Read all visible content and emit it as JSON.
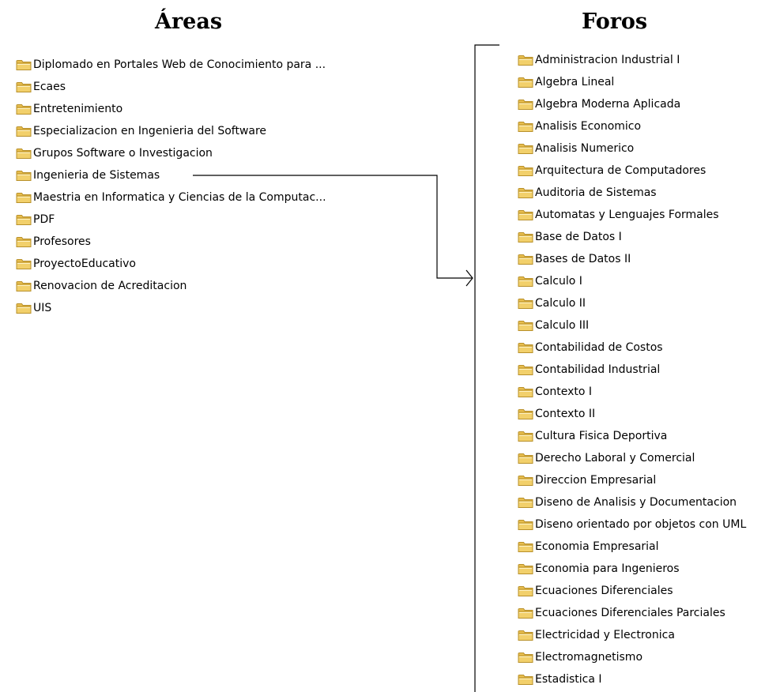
{
  "areas": {
    "title": "Áreas",
    "items": [
      {
        "label": "Diplomado en Portales Web de Conocimiento para ..."
      },
      {
        "label": "Ecaes"
      },
      {
        "label": "Entretenimiento"
      },
      {
        "label": "Especializacion en Ingenieria del Software"
      },
      {
        "label": "Grupos Software o Investigacion"
      },
      {
        "label": "Ingenieria de Sistemas"
      },
      {
        "label": "Maestria en Informatica y Ciencias de la Computac..."
      },
      {
        "label": "PDF"
      },
      {
        "label": "Profesores"
      },
      {
        "label": "ProyectoEducativo"
      },
      {
        "label": "Renovacion de Acreditacion"
      },
      {
        "label": "UIS"
      }
    ]
  },
  "foros": {
    "title": "Foros",
    "items": [
      {
        "label": "Administracion Industrial I"
      },
      {
        "label": "Algebra Lineal"
      },
      {
        "label": "Algebra Moderna Aplicada"
      },
      {
        "label": "Analisis Economico"
      },
      {
        "label": "Analisis Numerico"
      },
      {
        "label": "Arquitectura de Computadores"
      },
      {
        "label": "Auditoria de Sistemas"
      },
      {
        "label": "Automatas y Lenguajes Formales"
      },
      {
        "label": "Base de Datos I"
      },
      {
        "label": "Bases de Datos II"
      },
      {
        "label": "Calculo I"
      },
      {
        "label": "Calculo II"
      },
      {
        "label": "Calculo III"
      },
      {
        "label": "Contabilidad de Costos"
      },
      {
        "label": "Contabilidad Industrial"
      },
      {
        "label": "Contexto I"
      },
      {
        "label": "Contexto II"
      },
      {
        "label": "Cultura Fisica Deportiva"
      },
      {
        "label": "Derecho Laboral y Comercial"
      },
      {
        "label": "Direccion Empresarial"
      },
      {
        "label": "Diseno de Analisis y Documentacion"
      },
      {
        "label": "Diseno orientado por objetos con UML"
      },
      {
        "label": "Economia Empresarial"
      },
      {
        "label": "Economia para Ingenieros"
      },
      {
        "label": "Ecuaciones Diferenciales"
      },
      {
        "label": "Ecuaciones Diferenciales Parciales"
      },
      {
        "label": "Electricidad y Electronica"
      },
      {
        "label": "Electromagnetismo"
      },
      {
        "label": "Estadistica I"
      }
    ]
  },
  "connector": {
    "from_area": "Ingenieria de Sistemas",
    "to": "Foros"
  },
  "colors": {
    "folder_body": "#F2D06B",
    "folder_edge": "#B8902A",
    "folder_tab": "#E8BE4E"
  }
}
